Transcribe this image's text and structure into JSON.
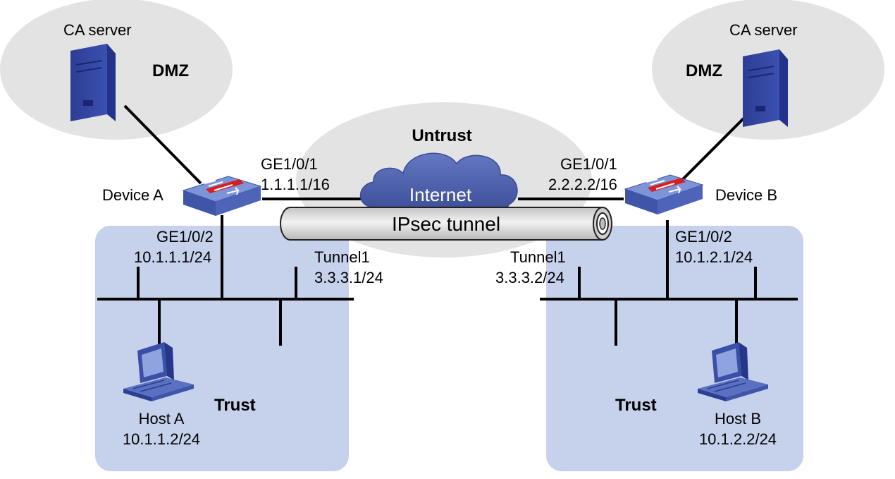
{
  "zones": {
    "dmz_left": "DMZ",
    "dmz_right": "DMZ",
    "untrust": "Untrust",
    "trust_left": "Trust",
    "trust_right": "Trust"
  },
  "servers": {
    "left": "CA server",
    "right": "CA server"
  },
  "devices": {
    "a": {
      "name": "Device A",
      "ge1_name": "GE1/0/1",
      "ge1_ip": "1.1.1.1/16",
      "ge2_name": "GE1/0/2",
      "ge2_ip": "10.1.1.1/24",
      "tunnel_name": "Tunnel1",
      "tunnel_ip": "3.3.3.1/24"
    },
    "b": {
      "name": "Device B",
      "ge1_name": "GE1/0/1",
      "ge1_ip": "2.2.2.2/16",
      "ge2_name": "GE1/0/2",
      "ge2_ip": "10.1.2.1/24",
      "tunnel_name": "Tunnel1",
      "tunnel_ip": "3.3.3.2/24"
    }
  },
  "hosts": {
    "a": {
      "name": "Host A",
      "ip": "10.1.1.2/24"
    },
    "b": {
      "name": "Host B",
      "ip": "10.1.2.2/24"
    }
  },
  "internet_label": "Internet",
  "tunnel_label": "IPsec tunnel",
  "colors": {
    "zone_ellipse": "#e3e3e3",
    "trust_zone": "#c6d2ec",
    "cloud": "#4f62a8",
    "device_body": "#5a74c0",
    "server_body": "#3346a0",
    "firewall_red": "#d42020",
    "tunnel_fill": "#dcdcdc"
  }
}
